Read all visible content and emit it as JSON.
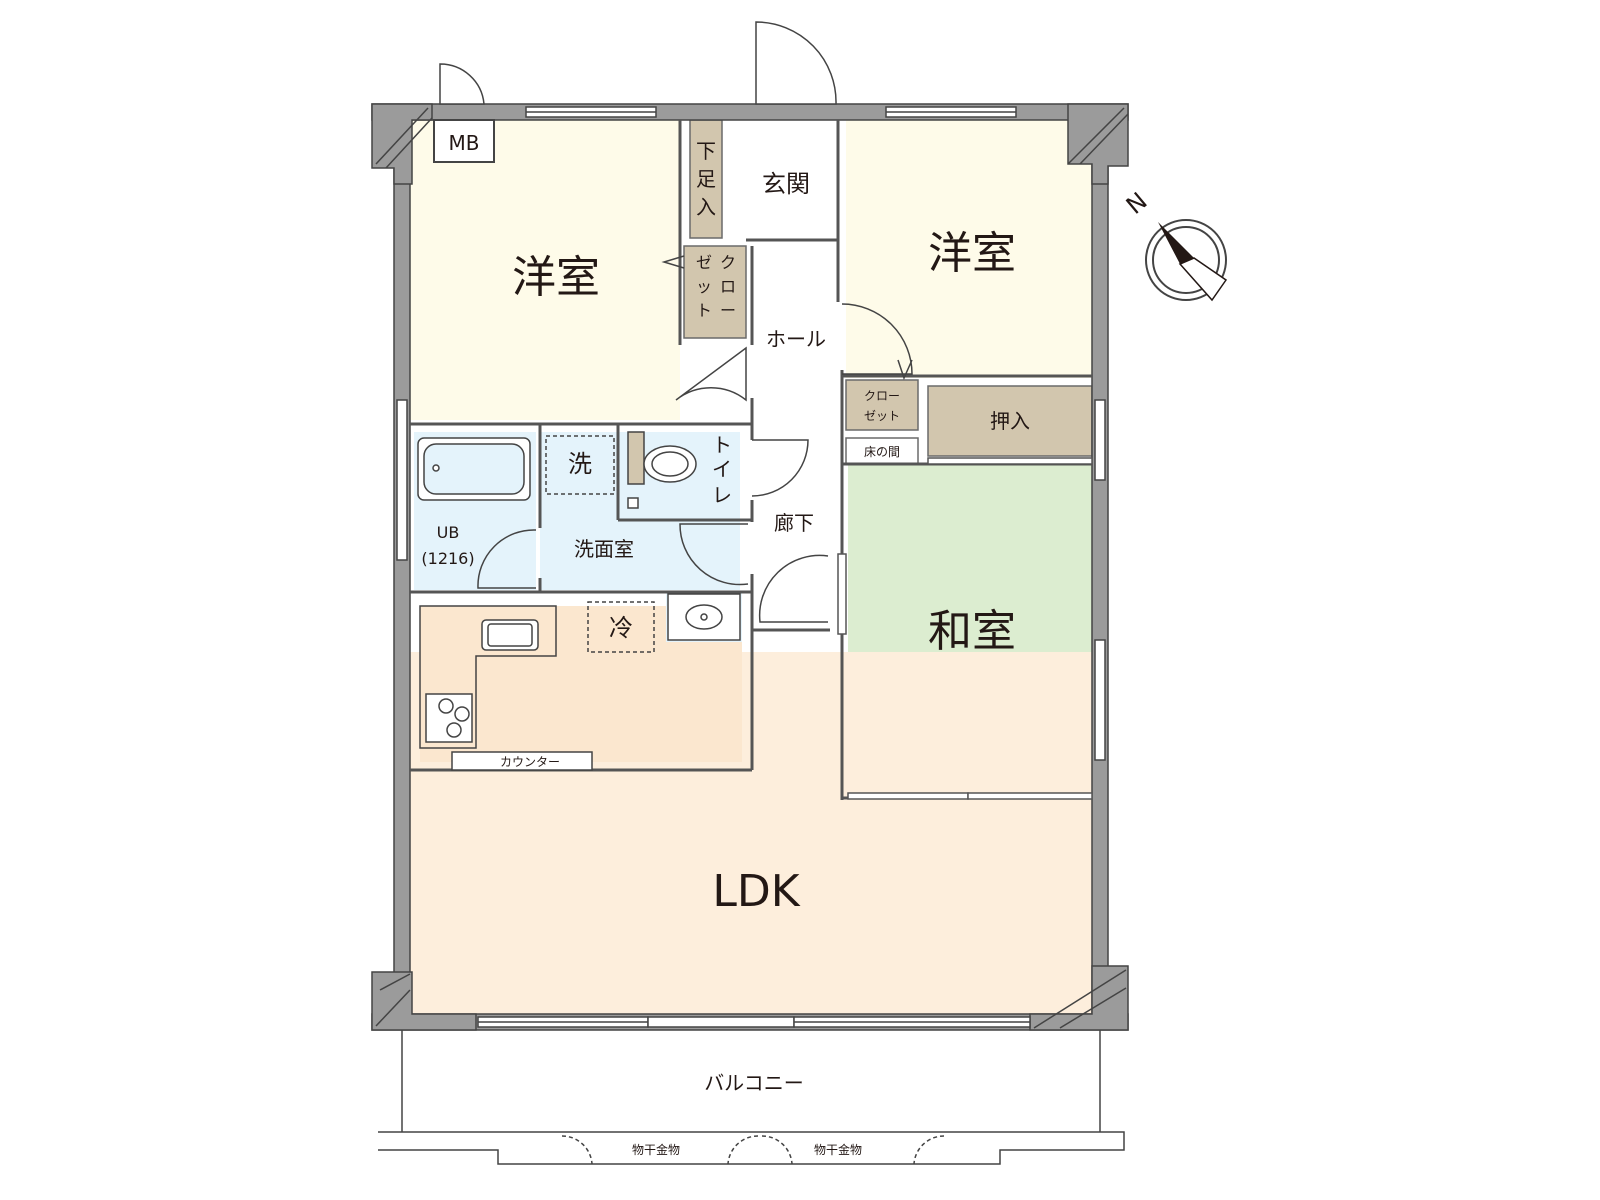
{
  "rooms": {
    "western_room_left": "洋室",
    "western_room_right": "洋室",
    "japanese_room": "和室",
    "ldk": "LDK",
    "entrance": "玄関",
    "hall": "ホール",
    "corridor": "廊下",
    "washroom": "洗面室",
    "toilet": [
      "ト",
      "イ",
      "レ"
    ],
    "unit_bath": [
      "UB",
      "(1216)"
    ],
    "balcony": "バルコニー",
    "meter_box": "MB",
    "shoe_box": [
      "下",
      "足",
      "入"
    ],
    "closet_left": [
      "ク",
      "ロ",
      "ー",
      "ゼ",
      "ッ",
      "ト"
    ],
    "closet_right": [
      "クロー",
      "ゼット"
    ],
    "oshiire": "押入",
    "tokonoma": "床の間",
    "washer": "洗",
    "fridge": "冷",
    "counter": "カウンター",
    "laundry_hanger": [
      "物干金物",
      "物干金物"
    ]
  },
  "compass": {
    "label": "N"
  },
  "colors": {
    "wall": "#9b9b9b",
    "western": "#fefbe9",
    "japanese": "#dcedd0",
    "ldk": "#fdeedc",
    "wet": "#e4f3fb",
    "closet": "#d2c6ae",
    "kitchen": "#fbe7cf"
  }
}
